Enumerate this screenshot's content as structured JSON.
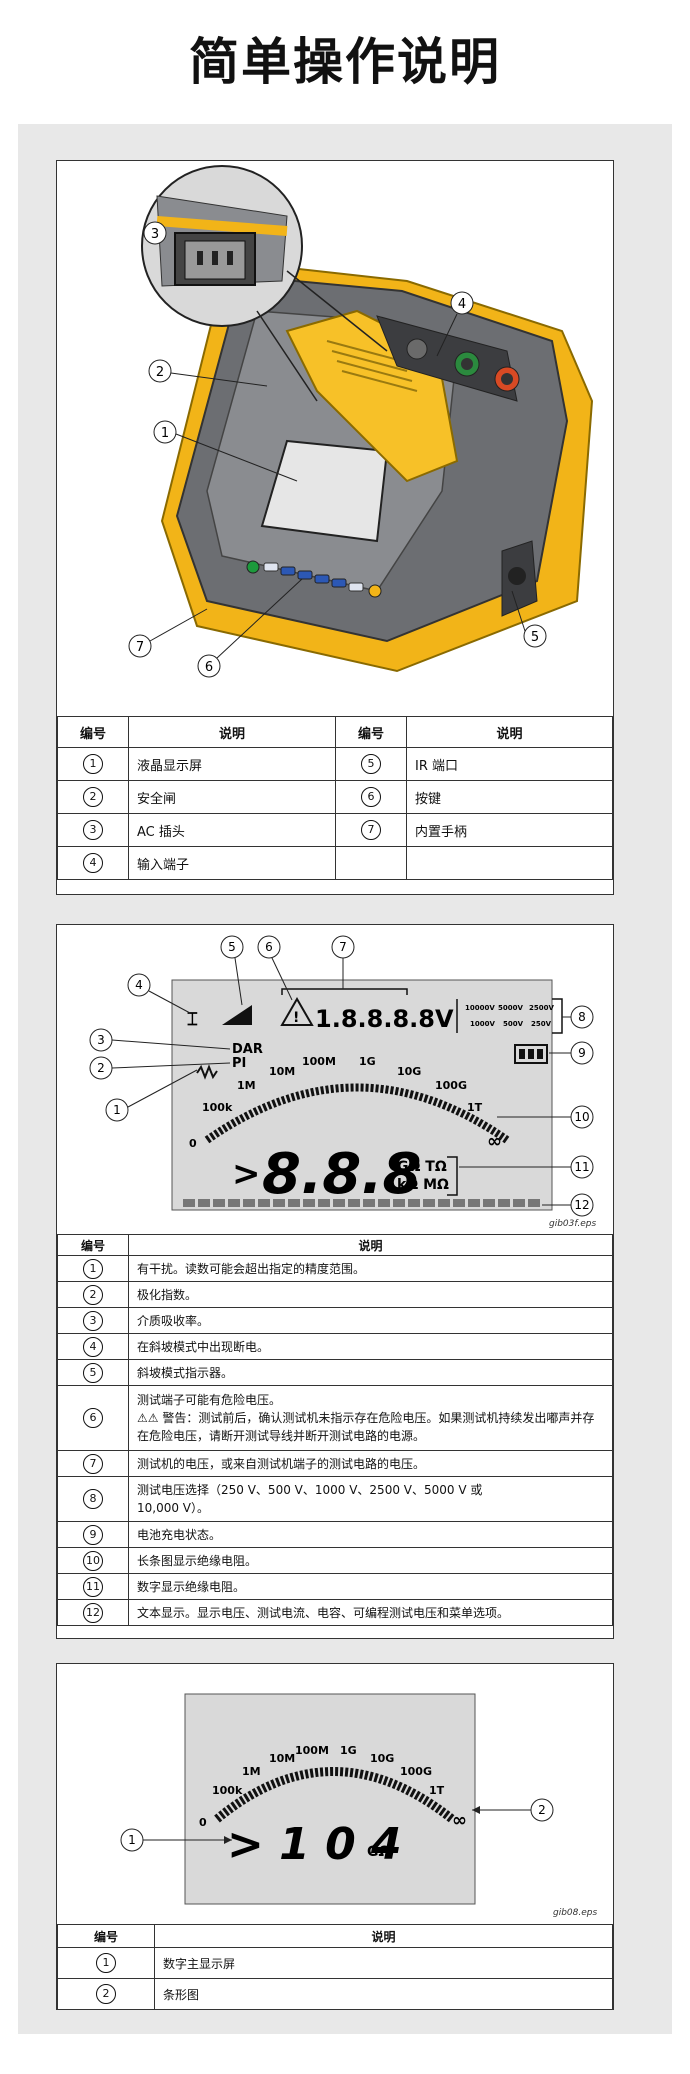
{
  "page_title": "简单操作说明",
  "section1": {
    "headers": [
      "编号",
      "说明",
      "编号",
      "说明"
    ],
    "rows": [
      [
        {
          "n": "1",
          "t": "液晶显示屏"
        },
        {
          "n": "5",
          "t": "IR 端口"
        }
      ],
      [
        {
          "n": "2",
          "t": "安全闸"
        },
        {
          "n": "6",
          "t": "按键"
        }
      ],
      [
        {
          "n": "3",
          "t": "AC 插头"
        },
        {
          "n": "7",
          "t": "内置手柄"
        }
      ],
      [
        {
          "n": "4",
          "t": "输入端子"
        },
        {
          "n": "",
          "t": ""
        }
      ]
    ],
    "callouts": [
      "1",
      "2",
      "3",
      "4",
      "5",
      "6",
      "7"
    ]
  },
  "section2": {
    "caption": "gib03f.eps",
    "headers": [
      "编号",
      "说明"
    ],
    "rows": [
      {
        "n": "1",
        "t": "有干扰。读数可能会超出指定的精度范围。"
      },
      {
        "n": "2",
        "t": "极化指数。"
      },
      {
        "n": "3",
        "t": "介质吸收率。"
      },
      {
        "n": "4",
        "t": "在斜坡模式中出现断电。"
      },
      {
        "n": "5",
        "t": "斜坡模式指示器。"
      },
      {
        "n": "6",
        "t": "测试端子可能有危险电压。",
        "t2": "⚠⚠ 警告：测试前后，确认测试机未指示存在危险电压。如果测试机持续发出嘟声并存在危险电压，请断开测试导线并断开测试电路的电源。"
      },
      {
        "n": "7",
        "t": "测试机的电压，或来自测试机端子的测试电路的电压。"
      },
      {
        "n": "8",
        "t": "测试电压选择（250 V、500 V、1000 V、2500 V、5000 V 或",
        "t2": "10,000 V）。"
      },
      {
        "n": "9",
        "t": "电池充电状态。"
      },
      {
        "n": "10",
        "t": "长条图显示绝缘电阻。"
      },
      {
        "n": "11",
        "t": "数字显示绝缘电阻。"
      },
      {
        "n": "12",
        "t": "文本显示。显示电压、测试电流、电容、可编程测试电压和菜单选项。"
      }
    ],
    "lcd": {
      "volt_digits": "1.8.8.8.8",
      "volt_unit": "V",
      "range_top": [
        "10000V",
        "5000V",
        "2500V"
      ],
      "range_bottom": [
        "1000V",
        "500V",
        "250V"
      ],
      "dar": "DAR",
      "pi": "PI",
      "scale": [
        "0",
        "100k",
        "1M",
        "10M",
        "100M",
        "1G",
        "10G",
        "100G",
        "1T",
        "∞"
      ],
      "main_digits": "8.8.8",
      "gt": ">",
      "unit_line1": "GΩ TΩ",
      "unit_line2": "kΩ MΩ"
    },
    "callouts": [
      "1",
      "2",
      "3",
      "4",
      "5",
      "6",
      "7",
      "8",
      "9",
      "10",
      "11",
      "12"
    ]
  },
  "section3": {
    "caption": "gib08.eps",
    "headers": [
      "编号",
      "说明"
    ],
    "rows": [
      {
        "n": "1",
        "t": "数字主显示屏"
      },
      {
        "n": "2",
        "t": "条形图"
      }
    ],
    "lcd": {
      "scale": [
        "0",
        "100k",
        "1M",
        "10M",
        "100M",
        "1G",
        "10G",
        "100G",
        "1T",
        "∞"
      ],
      "reading": "> 1 0 4",
      "unit": "GΩ"
    },
    "callouts": [
      "1",
      "2"
    ]
  }
}
